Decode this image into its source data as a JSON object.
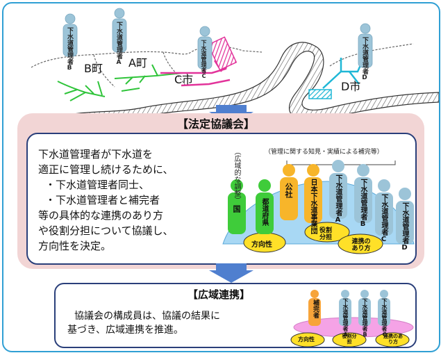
{
  "map": {
    "areas": {
      "b_town": "B町",
      "a_town": "A町",
      "c_city": "C市",
      "d_city": "D市"
    },
    "managers": {
      "b": "下水道管理者B",
      "a": "下水道管理者A",
      "c": "下水道管理者C",
      "d": "下水道管理者D"
    }
  },
  "council": {
    "title": "【法定協議会】",
    "description": [
      "下水道管理者が下水道を",
      "適正に管理し続けるために、",
      "・下水道管理者同士、",
      "・下水道管理者と補完者",
      "等の具体的な連携のあり方",
      "や役割分担について協議し、",
      "方向性を決定。"
    ],
    "label_wide": "（広域的な調整）",
    "label_support": "（管理に関する知見・実績による補完等）",
    "members": {
      "kuni": "国",
      "pref": "都道府県",
      "kosha": "公社",
      "jswa": "日本下水道事業団",
      "mgr_a": "下水道管理者A",
      "mgr_b": "下水道管理者B",
      "mgr_c": "下水道管理者C",
      "mgr_d": "下水道管理者D"
    },
    "ovals": {
      "direction": "方向性",
      "role": "役割分担",
      "collab": "連携のあり方"
    }
  },
  "wide": {
    "title": "【広域連携】",
    "description": [
      "協議会の構成員は、協議の結果に",
      "基づき、広域連携を推進。"
    ],
    "members": {
      "hokan": "補完者",
      "mgr_a": "下水道管理者A",
      "mgr_b": "下水道管理者B",
      "mgr_c": "下水道管理者C"
    },
    "ovals": {
      "direction": "方向性",
      "role": "役割分担",
      "collab": "連携のあり方"
    }
  }
}
